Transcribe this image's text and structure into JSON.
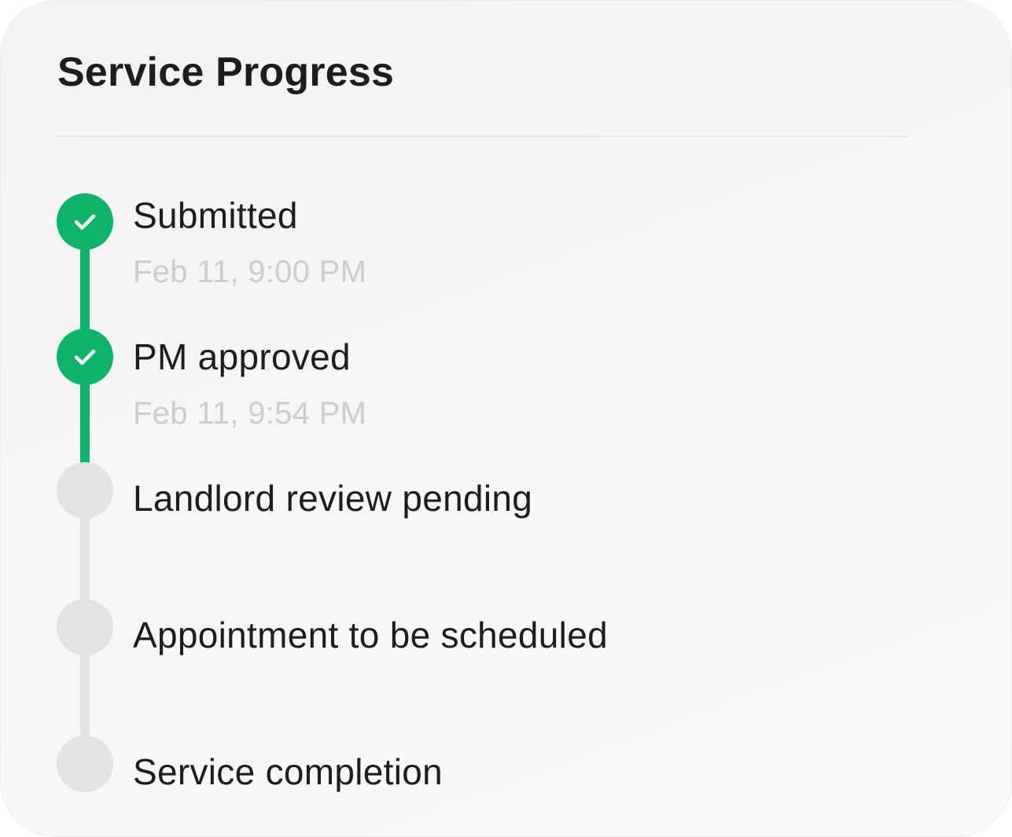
{
  "card": {
    "title": "Service Progress"
  },
  "colors": {
    "complete": "#0db26b",
    "pending": "#e3e3e3",
    "text": "#1d1d1f",
    "timestamp": "#cdcdcd"
  },
  "steps": [
    {
      "label": "Submitted",
      "time": "Feb 11, 9:00 PM",
      "status": "complete",
      "icon": "check-icon"
    },
    {
      "label": "PM approved",
      "time": "Feb 11, 9:54 PM",
      "status": "complete",
      "icon": "check-icon"
    },
    {
      "label": "Landlord review pending",
      "status": "pending"
    },
    {
      "label": "Appointment to be scheduled",
      "status": "pending"
    },
    {
      "label": "Service completion",
      "status": "pending"
    }
  ]
}
